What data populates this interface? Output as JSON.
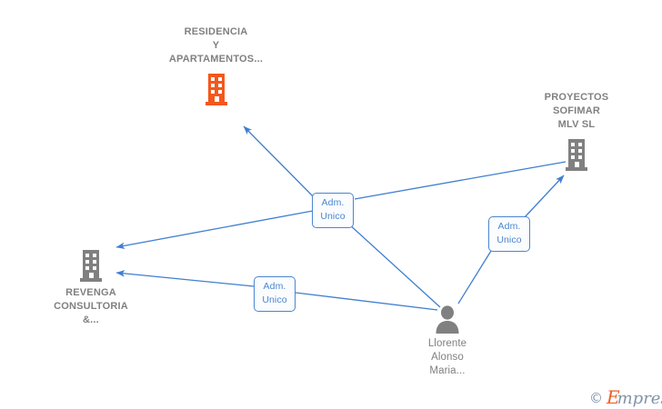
{
  "diagram": {
    "type": "relationship-network-graph",
    "background_color": "#ffffff",
    "edge_color": "#3f7fd0",
    "company_icon_color": "#808080",
    "highlight_icon_color": "#f4581c",
    "label_text_color": "#808080",
    "edge_label_color": "#4a86d0"
  },
  "nodes": [
    {
      "id": "residencia",
      "label": "RESIDENCIA\nY\nAPARTAMENTOS...",
      "icon": "building-icon",
      "kind": "company",
      "highlight": true
    },
    {
      "id": "proyectos",
      "label": "PROYECTOS\nSOFIMAR\nMLV SL",
      "icon": "building-icon",
      "kind": "company",
      "highlight": false
    },
    {
      "id": "revenga",
      "label": "REVENGA\nCONSULTORIA\n&...",
      "icon": "building-icon",
      "kind": "company",
      "highlight": false
    },
    {
      "id": "persona",
      "label": "Llorente\nAlonso\nMaria...",
      "icon": "person-icon",
      "kind": "person",
      "highlight": false
    }
  ],
  "edge_labels": [
    {
      "id": "adm-unico-1",
      "text": "Adm.\nUnico"
    },
    {
      "id": "adm-unico-2",
      "text": "Adm.\nUnico"
    },
    {
      "id": "adm-unico-3",
      "text": "Adm.\nUnico"
    }
  ],
  "edges": [
    {
      "from": "adm-unico-1",
      "to": "residencia",
      "arrow": true
    },
    {
      "from": "adm-unico-1",
      "to": "proyectos",
      "arrow": false
    },
    {
      "from": "adm-unico-1",
      "to": "revenga",
      "arrow": true
    },
    {
      "from": "adm-unico-1",
      "to": "persona",
      "arrow": false
    },
    {
      "from": "adm-unico-2",
      "to": "proyectos",
      "arrow": true
    },
    {
      "from": "adm-unico-2",
      "to": "persona",
      "arrow": false
    },
    {
      "from": "adm-unico-3",
      "to": "revenga",
      "arrow": true
    },
    {
      "from": "adm-unico-3",
      "to": "persona",
      "arrow": false
    }
  ],
  "watermark": {
    "copyright": "©",
    "brand_first": "E",
    "brand_rest": "mpresia"
  }
}
